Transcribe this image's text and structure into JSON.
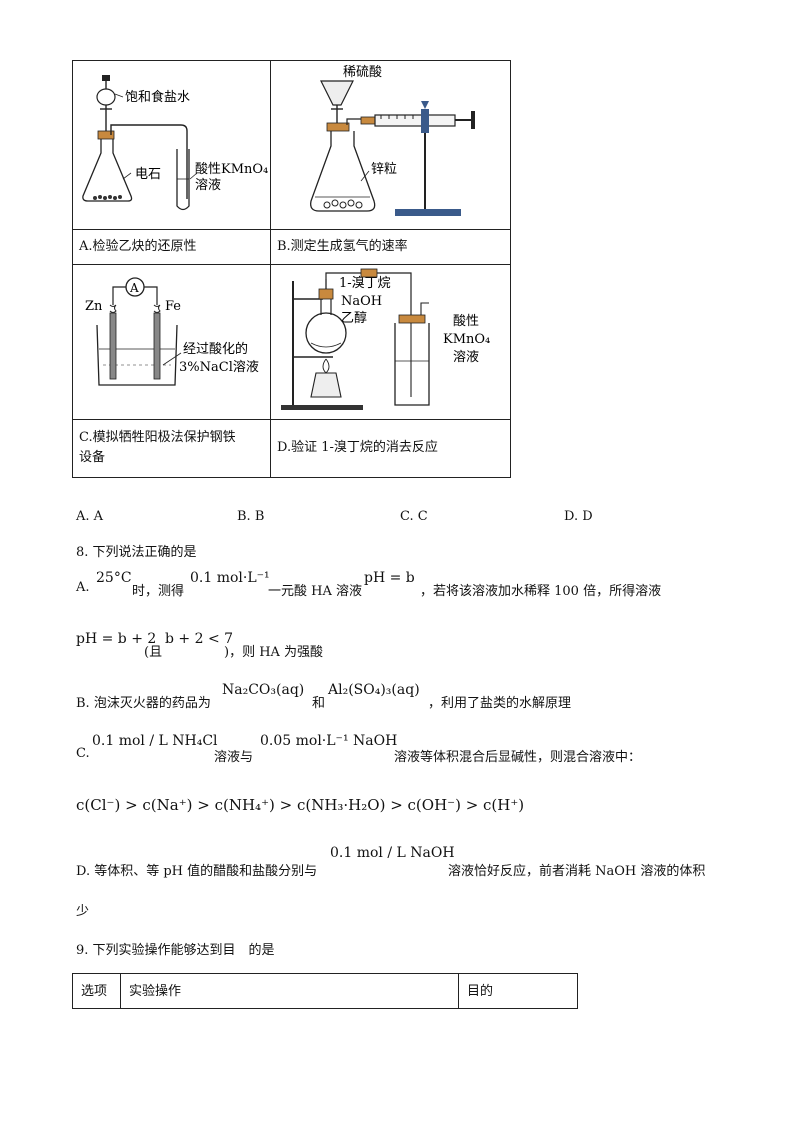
{
  "experiments": [
    {
      "id": "A",
      "caption": "A.检验乙炔的还原性",
      "labels": {
        "funnel": "饱和食盐水",
        "solid": "电石",
        "tube": "酸性KMnO₄",
        "tube2": "溶液"
      }
    },
    {
      "id": "B",
      "caption": "B.测定生成氢气的速率",
      "labels": {
        "funnel": "稀硫酸",
        "solid": "锌粒"
      }
    },
    {
      "id": "C",
      "caption_line1": "C.模拟牺牲阳极法保护钢铁",
      "caption_line2": "设备",
      "labels": {
        "meter": "A",
        "left_electrode": "Zn",
        "right_electrode": "Fe",
        "solution1": "经过酸化的",
        "solution2": "3%NaCl溶液"
      }
    },
    {
      "id": "D",
      "caption": "D.验证 1-溴丁烷的消去反应",
      "labels": {
        "r1": "1-溴丁烷",
        "r2": "NaOH",
        "r3": "乙醇",
        "t1": "酸性",
        "t2": "KMnO₄",
        "t3": "溶液"
      }
    }
  ],
  "q7_options": [
    "A. A",
    "B. B",
    "C. C",
    "D. D"
  ],
  "q8": {
    "stem": "8. 下列说法正确的是",
    "A": {
      "prefix": "A.",
      "temp": "25°C",
      "t1": "时，测得",
      "conc": "0.1 mol·L⁻¹",
      "t2": "一元酸 HA 溶液",
      "ph": "pH = b",
      "t3": "，若将该溶液加水稀释 100 倍，所得溶液",
      "ph2": "pH = b + 2",
      "t4": "(且",
      "cond": "b + 2 < 7",
      "t5": ")，则 HA 为强酸"
    },
    "B": {
      "prefix": "B. 泡沫灭火器的药品为",
      "c1": "Na₂CO₃(aq)",
      "t1": "和",
      "c2": "Al₂(SO₄)₃(aq)",
      "t2": "，利用了盐类的水解原理"
    },
    "C": {
      "prefix": "C.",
      "c1": "0.1 mol / L NH₄Cl",
      "t1": "溶液与",
      "c2": "0.05 mol·L⁻¹ NaOH",
      "t2": "溶液等体积混合后显碱性，则混合溶液中：",
      "expr": "c(Cl⁻) > c(Na⁺) > c(NH₄⁺) > c(NH₃·H₂O) > c(OH⁻) > c(H⁺)"
    },
    "D": {
      "prefix": "D. 等体积、等 pH 值的醋酸和盐酸分别与",
      "c1": "0.1 mol / L NaOH",
      "t1": "溶液恰好反应，前者消耗 NaOH 溶液的体积",
      "t2": "少"
    }
  },
  "q9": {
    "stem": "9. 下列实验操作能够达到目　的是",
    "headers": [
      "选项",
      "实验操作",
      "目的"
    ]
  }
}
